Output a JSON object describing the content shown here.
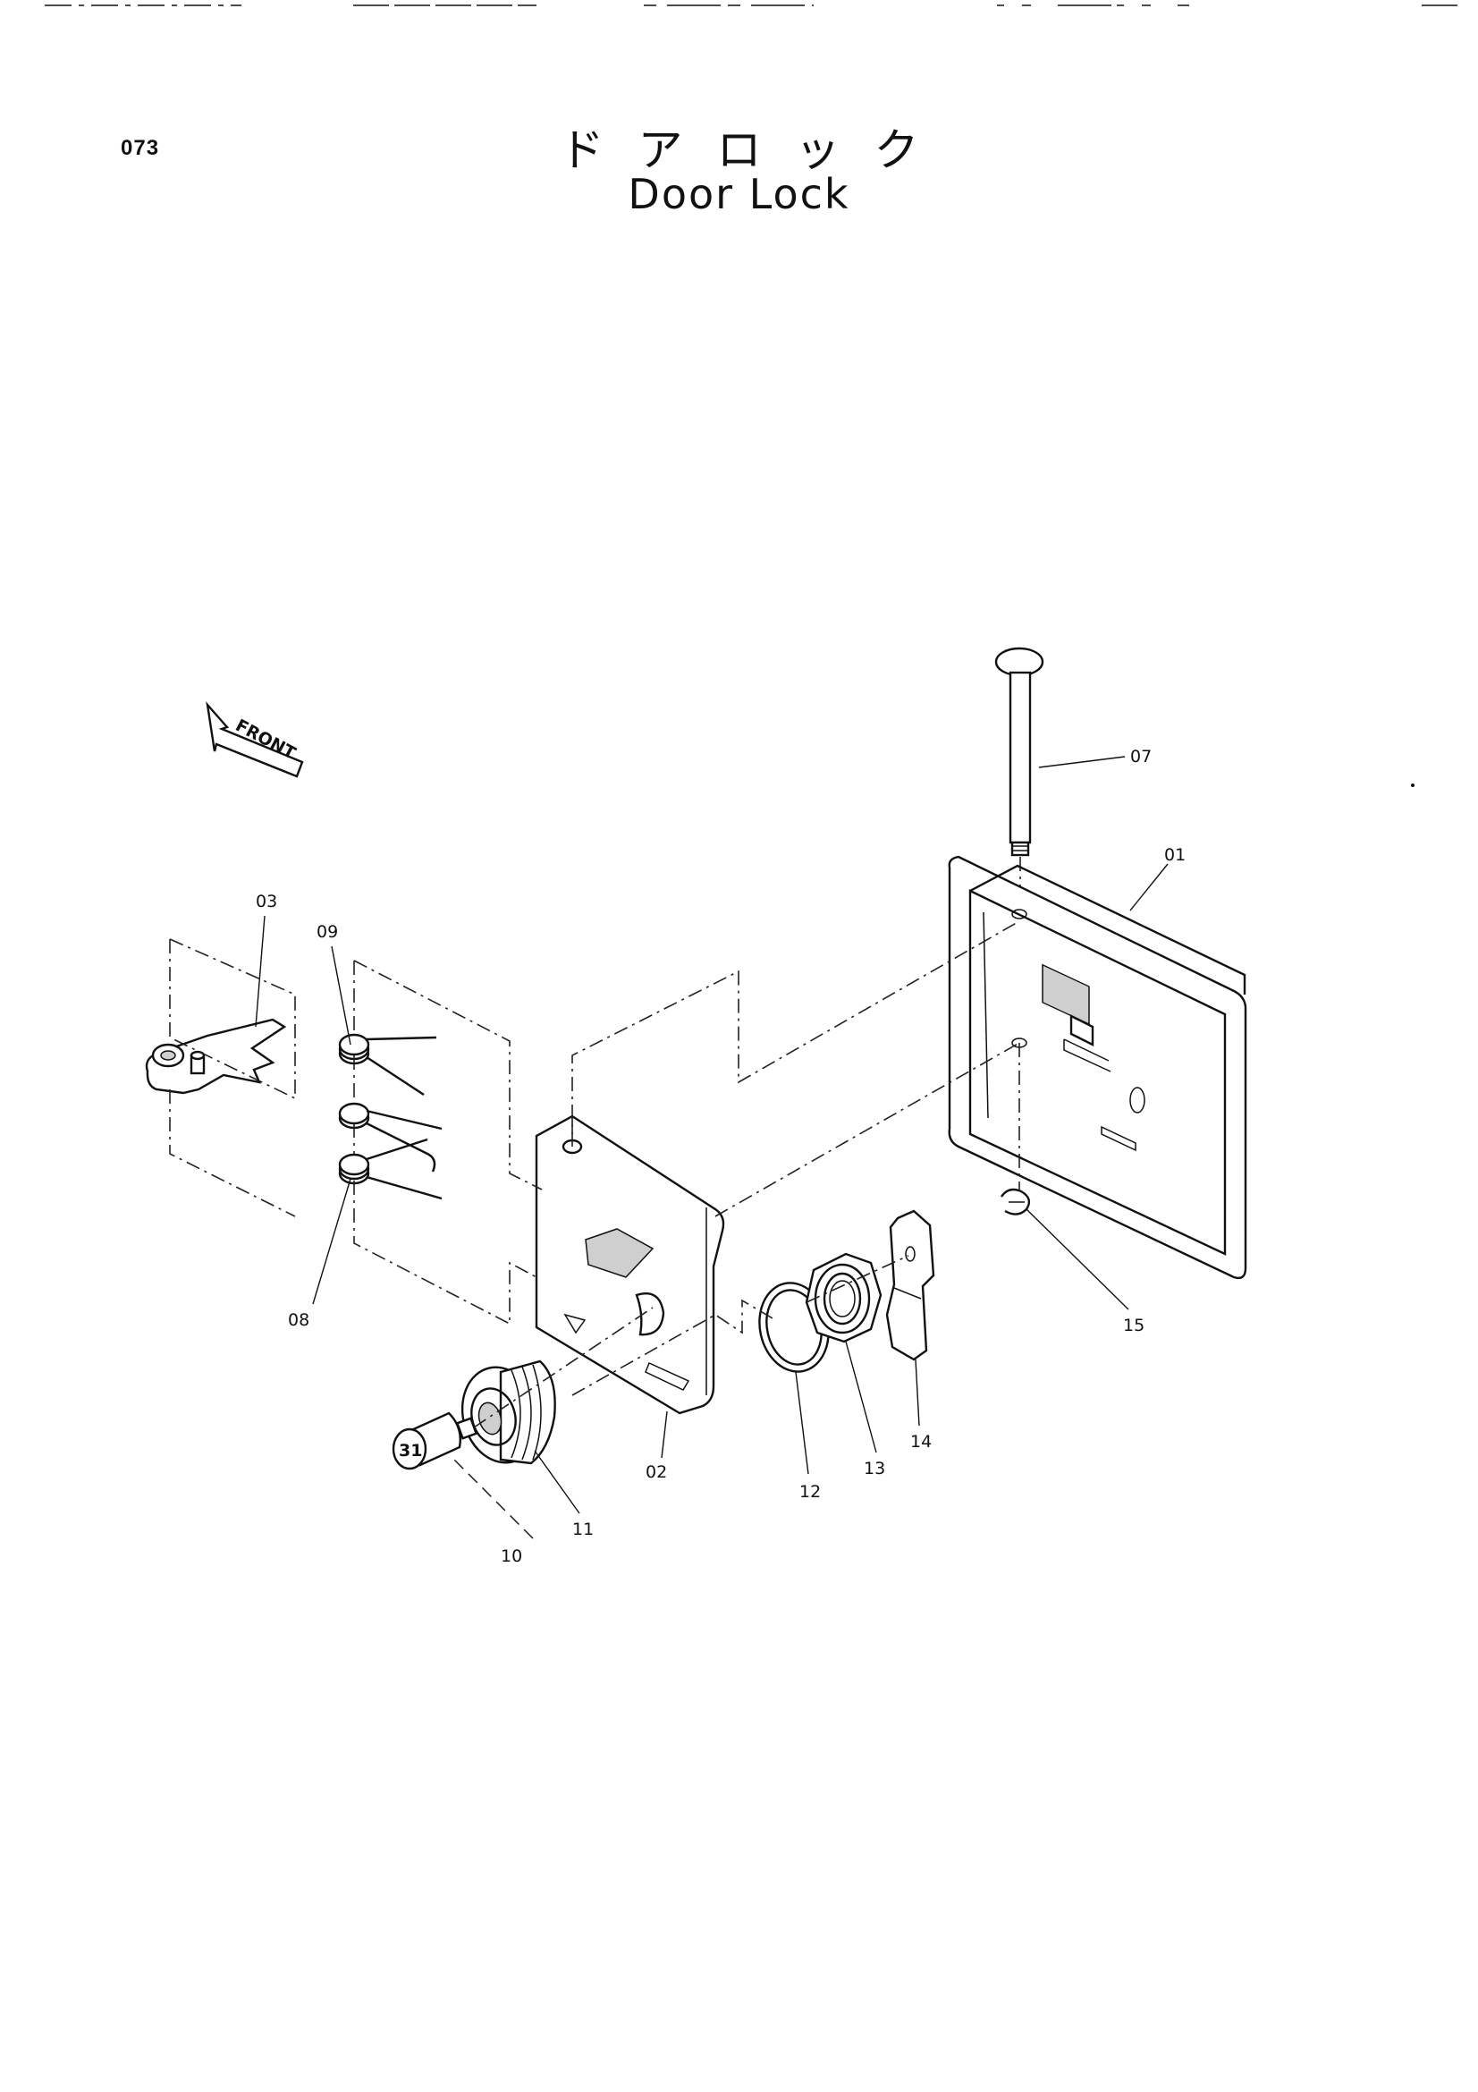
{
  "page_number": "073",
  "title_jp": "ドアロック",
  "title_en": "Door Lock",
  "front_label": "FRONT",
  "key_label": "31",
  "callouts": {
    "p01": "01",
    "p02": "02",
    "p03": "03",
    "p07": "07",
    "p08": "08",
    "p09": "09",
    "p10": "10",
    "p11": "11",
    "p12": "12",
    "p13": "13",
    "p14": "14",
    "p15": "15"
  }
}
